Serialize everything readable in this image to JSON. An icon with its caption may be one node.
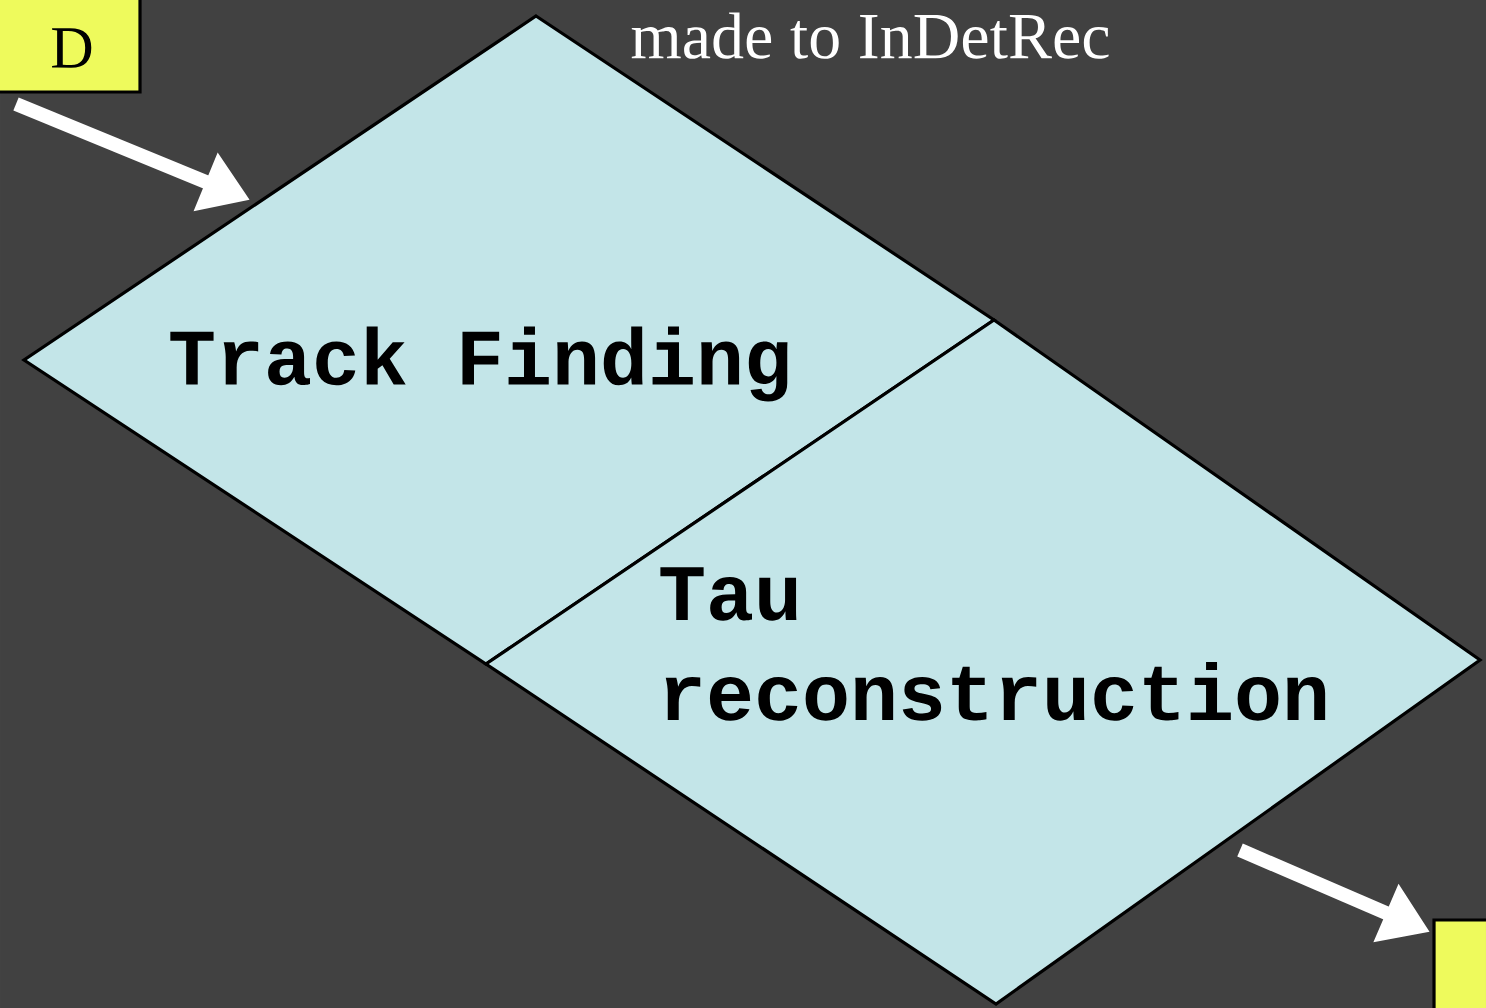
{
  "diagram": {
    "nodes": [
      {
        "text": [
          "D"
        ]
      },
      {
        "text": [
          "Track Finding"
        ]
      },
      {
        "text": [
          "Tau reconstruction"
        ]
      },
      {
        "text": [],
        "shape": "box"
      }
    ],
    "edges": [
      {
        "from": 0,
        "to": 1,
        "arrow": "to"
      },
      {
        "from": 2,
        "to": 3,
        "arrow": "to"
      }
    ],
    "labels": [
      "made to InDetRec"
    ]
  }
}
